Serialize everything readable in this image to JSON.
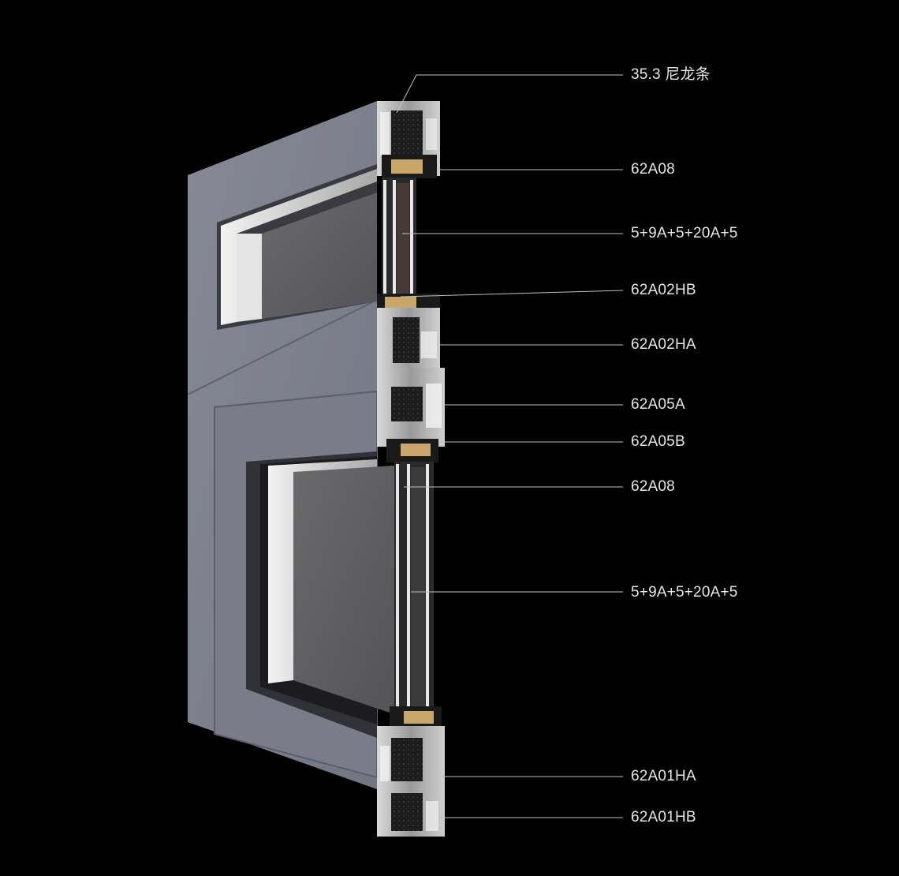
{
  "colors": {
    "background": "#000000",
    "frame_face": "#7b7e8a",
    "glass": "#5d5d60",
    "leader_line": "#bfbfbf",
    "label_text": "#e6e6e6"
  },
  "labels": [
    {
      "id": "nylon-strip",
      "text": "35.3 尼龙条"
    },
    {
      "id": "top-62a08",
      "text": "62A08"
    },
    {
      "id": "top-glass",
      "text": "5+9A+5+20A+5"
    },
    {
      "id": "62a02hb",
      "text": "62A02HB"
    },
    {
      "id": "62a02ha",
      "text": "62A02HA"
    },
    {
      "id": "62a05a",
      "text": "62A05A"
    },
    {
      "id": "62a05b",
      "text": "62A05B"
    },
    {
      "id": "mid-62a08",
      "text": "62A08"
    },
    {
      "id": "bottom-glass",
      "text": "5+9A+5+20A+5"
    },
    {
      "id": "62a01ha",
      "text": "62A01HA"
    },
    {
      "id": "62a01hb",
      "text": "62A01HB"
    }
  ]
}
